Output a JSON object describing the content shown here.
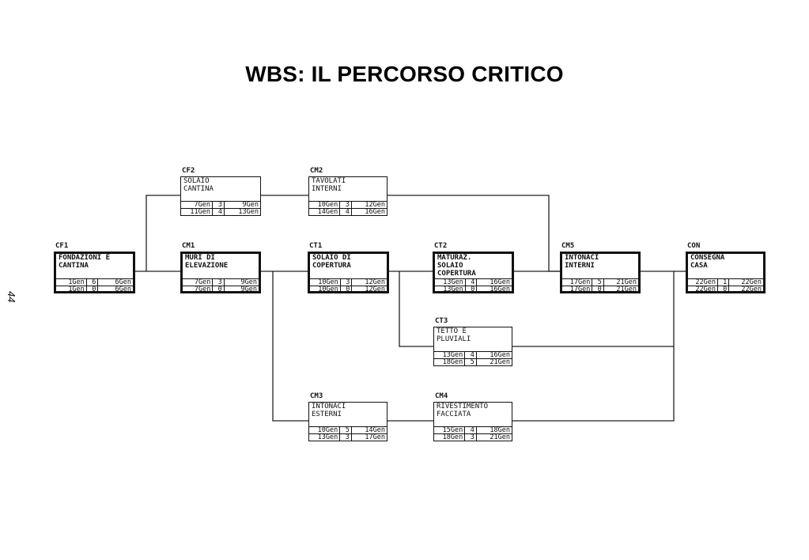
{
  "title": "WBS: IL PERCORSO CRITICO",
  "page_number": "44",
  "nodes": {
    "cf1": {
      "code": "CF1",
      "name": "FONDAZIONI E\nCANTINA",
      "early": [
        "1Gen",
        "6",
        "6Gen"
      ],
      "late": [
        "1Gen",
        "0",
        "6Gen"
      ],
      "critical": true
    },
    "cf2": {
      "code": "CF2",
      "name": "SOLAIO\nCANTINA",
      "early": [
        "7Gen",
        "3",
        "9Gen"
      ],
      "late": [
        "11Gen",
        "4",
        "13Gen"
      ],
      "critical": false
    },
    "cm1": {
      "code": "CM1",
      "name": "MURI DI\nELEVAZIONE",
      "early": [
        "7Gen",
        "3",
        "9Gen"
      ],
      "late": [
        "7Gen",
        "0",
        "9Gen"
      ],
      "critical": true
    },
    "cm2": {
      "code": "CM2",
      "name": "TAVOLATI\nINTERNI",
      "early": [
        "10Gen",
        "3",
        "12Gen"
      ],
      "late": [
        "14Gen",
        "4",
        "16Gen"
      ],
      "critical": false
    },
    "ct1": {
      "code": "CT1",
      "name": "SOLAIO DI\nCOPERTURA",
      "early": [
        "10Gen",
        "3",
        "12Gen"
      ],
      "late": [
        "10Gen",
        "0",
        "12Gen"
      ],
      "critical": true
    },
    "ct2": {
      "code": "CT2",
      "name": "MATURAZ.\nSOLAIO\nCOPERTURA",
      "early": [
        "13Gen",
        "4",
        "16Gen"
      ],
      "late": [
        "13Gen",
        "0",
        "16Gen"
      ],
      "critical": true
    },
    "ct3": {
      "code": "CT3",
      "name": "TETTO E\nPLUVIALI",
      "early": [
        "13Gen",
        "4",
        "16Gen"
      ],
      "late": [
        "18Gen",
        "5",
        "21Gen"
      ],
      "critical": false
    },
    "cm3": {
      "code": "CM3",
      "name": "INTONACI\nESTERNI",
      "early": [
        "10Gen",
        "5",
        "14Gen"
      ],
      "late": [
        "13Gen",
        "3",
        "17Gen"
      ],
      "critical": false
    },
    "cm4": {
      "code": "CM4",
      "name": "RIVESTIMENTO\nFACCIATA",
      "early": [
        "15Gen",
        "4",
        "18Gen"
      ],
      "late": [
        "18Gen",
        "3",
        "21Gen"
      ],
      "critical": false
    },
    "cm5": {
      "code": "CM5",
      "name": "INTONACI\nINTERNI",
      "early": [
        "17Gen",
        "5",
        "21Gen"
      ],
      "late": [
        "17Gen",
        "0",
        "21Gen"
      ],
      "critical": true
    },
    "con": {
      "code": "CON",
      "name": "CONSEGNA\nCASA",
      "early": [
        "22Gen",
        "1",
        "22Gen"
      ],
      "late": [
        "22Gen",
        "0",
        "22Gen"
      ],
      "critical": true
    }
  }
}
